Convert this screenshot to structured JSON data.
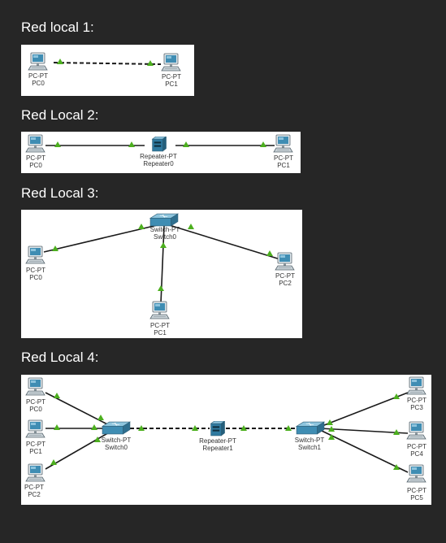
{
  "headings": {
    "net1": "Red local 1:",
    "net2": "Red Local 2:",
    "net3": "Red Local 3:",
    "net4": "Red Local 4:"
  },
  "net1": {
    "pc0": {
      "type": "PC-PT",
      "name": "PC0"
    },
    "pc1": {
      "type": "PC-PT",
      "name": "PC1"
    }
  },
  "net2": {
    "pc0": {
      "type": "PC-PT",
      "name": "PC0"
    },
    "repeater0": {
      "type": "Repeater-PT",
      "name": "Repeater0"
    },
    "pc1": {
      "type": "PC-PT",
      "name": "PC1"
    }
  },
  "net3": {
    "switch0": {
      "type": "Switch-PT",
      "name": "Switch0"
    },
    "pc0": {
      "type": "PC-PT",
      "name": "PC0"
    },
    "pc2": {
      "type": "PC-PT",
      "name": "PC2"
    },
    "pc1": {
      "type": "PC-PT",
      "name": "PC1"
    }
  },
  "net4": {
    "pc0": {
      "type": "PC-PT",
      "name": "PC0"
    },
    "pc1": {
      "type": "PC-PT",
      "name": "PC1"
    },
    "pc2": {
      "type": "PC-PT",
      "name": "PC2"
    },
    "switch0": {
      "type": "Switch-PT",
      "name": "Switch0"
    },
    "repeater1": {
      "type": "Repeater-PT",
      "name": "Repeater1"
    },
    "switch1": {
      "type": "Switch-PT",
      "name": "Switch1"
    },
    "pc3": {
      "type": "PC-PT",
      "name": "PC3"
    },
    "pc4": {
      "type": "PC-PT",
      "name": "PC4"
    },
    "pc5": {
      "type": "PC-PT",
      "name": "PC5"
    }
  },
  "colors": {
    "background": "#262626",
    "panel": "#ffffff",
    "link": "#1a1a1a",
    "port_up": "#4caf1e",
    "device_body": "#3f8db3"
  }
}
